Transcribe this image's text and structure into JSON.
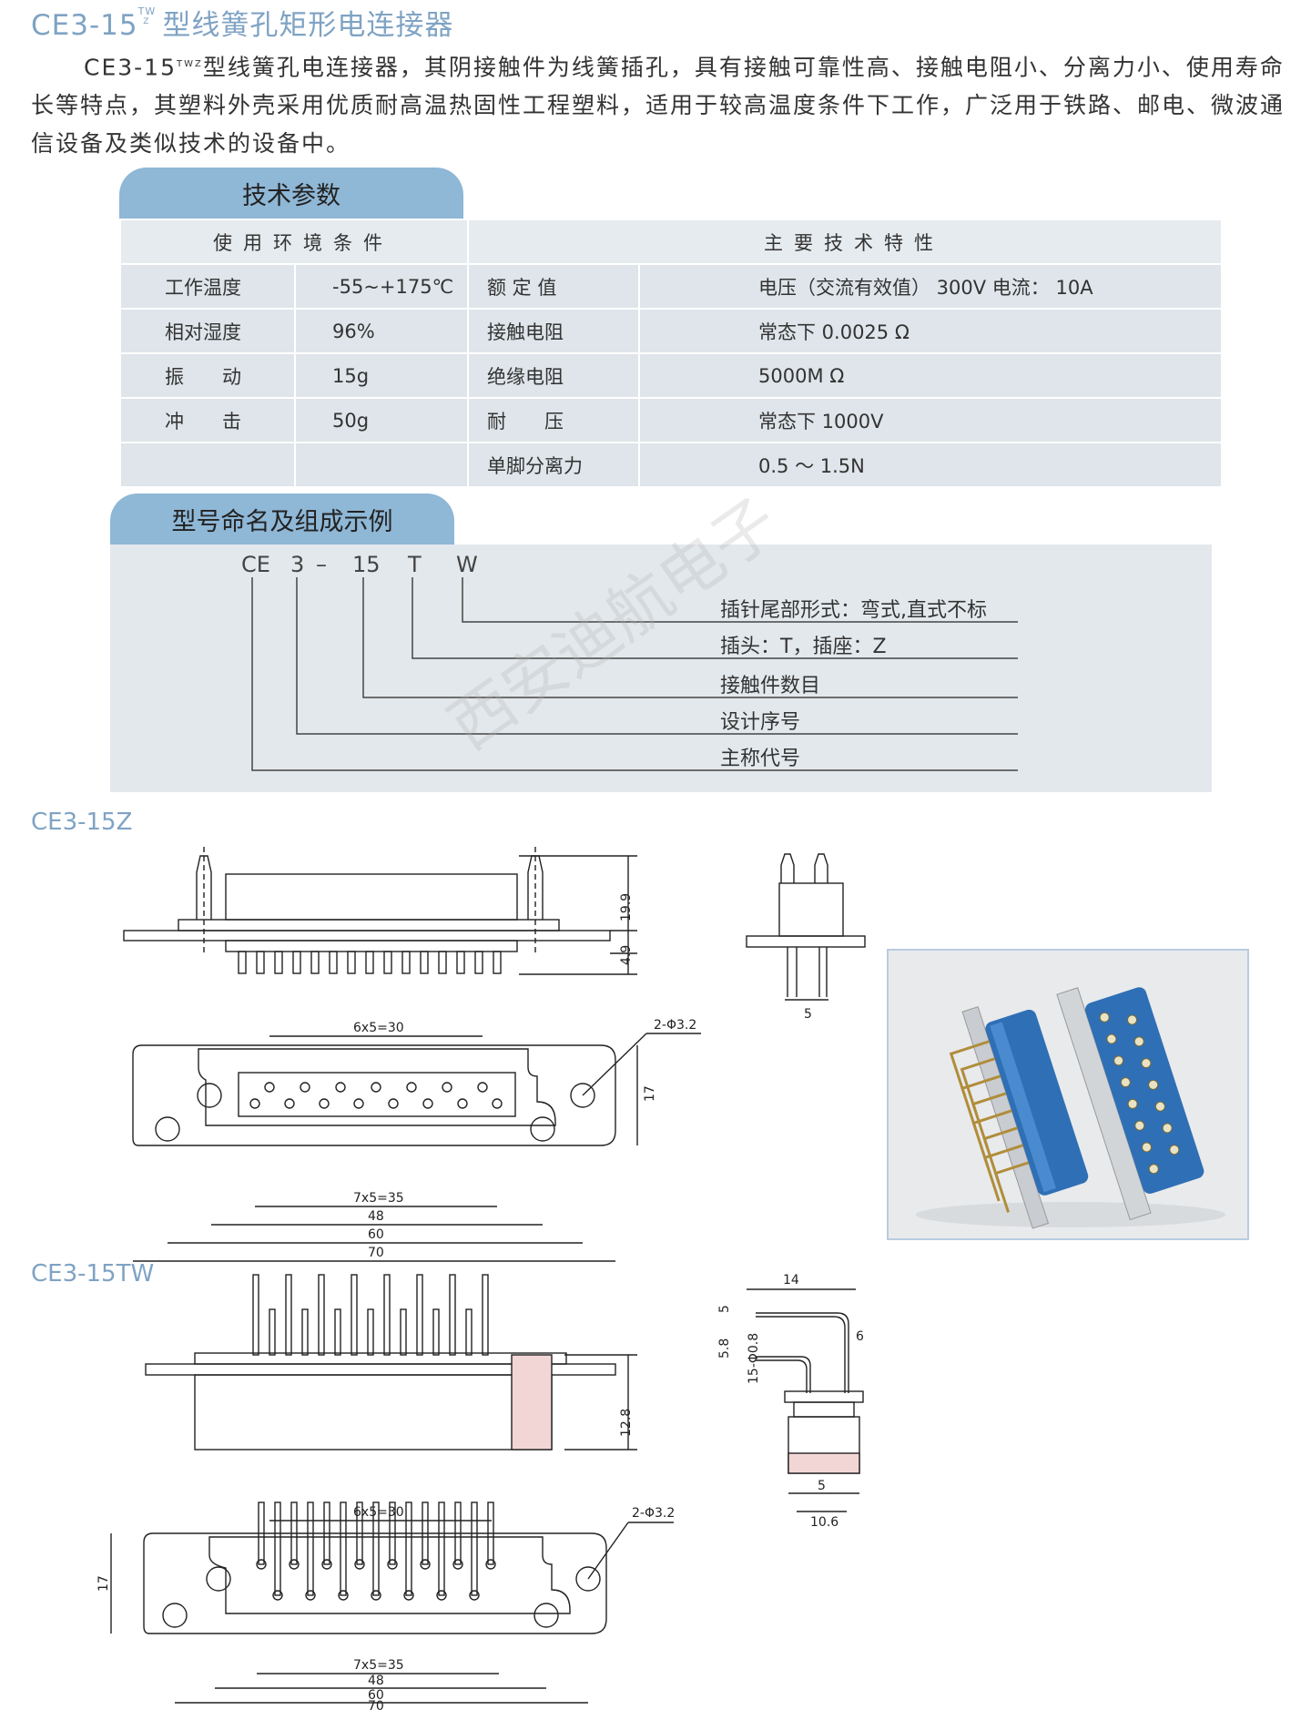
{
  "header": {
    "title_prefix": "CE3-15",
    "title_sup": "TW",
    "title_sub": "Z",
    "title_suffix": "型线簧孔矩形电连接器"
  },
  "intro": {
    "text_prefix": "CE3-15",
    "text_sup": "TW",
    "text_sub": "Z",
    "text": "型线簧孔电连接器，其阴接触件为线簧插孔，具有接触可靠性高、接触电阻小、分离力小、使用寿命长等特点，其塑料外壳采用优质耐高温热固性工程塑料，适用于较高温度条件下工作，广泛用于铁路、邮电、微波通信设备及类似技术的设备中。"
  },
  "spec": {
    "tab_label": "技术参数",
    "env_header": "使用环境条件",
    "char_header": "主要技术特性",
    "rows": [
      {
        "env_name": "工作温度",
        "env_value": "-55~+175℃",
        "char_name": "额 定 值",
        "char_value": "电压（交流有效值） 300V  电流： 10A"
      },
      {
        "env_name": "相对湿度",
        "env_value": "96%",
        "char_name": "接触电阻",
        "char_value": "常态下 0.0025 Ω"
      },
      {
        "env_name": "振　　动",
        "env_value": "15g",
        "char_name": "绝缘电阻",
        "char_value": "5000M Ω"
      },
      {
        "env_name": "冲　　击",
        "env_value": "50g",
        "char_name": "耐　　压",
        "char_value": "常态下 1000V"
      },
      {
        "env_name": "",
        "env_value": "",
        "char_name": "单脚分离力",
        "char_value": "0.5 ～ 1.5N"
      }
    ]
  },
  "naming": {
    "tab_label": "型号命名及组成示例",
    "code_parts": [
      "CE",
      "3",
      "–",
      "15",
      "T",
      "W"
    ],
    "descriptions": [
      "插针尾部形式：弯式,直式不标",
      "插头：T，插座：Z",
      "接触件数目",
      "设计序号",
      "主称代号"
    ]
  },
  "watermark": "西安迪航电子",
  "drawing_z": {
    "label": "CE3-15Z",
    "dims": {
      "height": "19.9",
      "tail": "4.9",
      "side_pitch": "5",
      "row1": "6x5=30",
      "holes": "2-Φ3.2",
      "width17": "17",
      "row2": "7x5=35",
      "w48": "48",
      "w60": "60",
      "w70": "70"
    }
  },
  "drawing_tw": {
    "label": "CE3-15TW",
    "dims": {
      "top14": "14",
      "d5": "5",
      "d58": "5.8",
      "d15": "15-Φ0.8",
      "d6": "6",
      "h128": "12.8",
      "b5": "5",
      "b106": "10.6",
      "row1": "6x5=30",
      "holes": "2-Φ3.2",
      "width17": "17",
      "row2": "7x5=35",
      "w48": "48",
      "w60": "60",
      "w70": "70"
    }
  },
  "colors": {
    "accent": "#7fa3c4",
    "tab": "#8fb7d6",
    "table_bg": "#dfe5ea",
    "connector_blue": "#2f6fb6"
  }
}
